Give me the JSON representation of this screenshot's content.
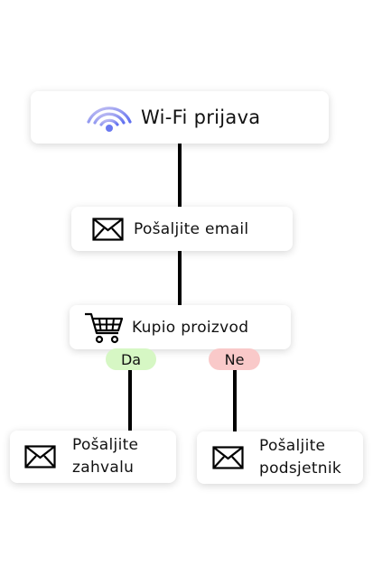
{
  "flow": {
    "trigger": {
      "label": "Wi-Fi prijava",
      "icon": "wifi-icon"
    },
    "step_email": {
      "label": "Pošaljite email",
      "icon": "envelope-icon"
    },
    "condition": {
      "label": "Kupio proizvod",
      "icon": "shopping-cart-icon"
    },
    "branch_yes": {
      "label": "Da",
      "color": "#d6f7c4",
      "action": {
        "line1": "Pošaljite",
        "line2": "zahvalu",
        "icon": "envelope-icon"
      }
    },
    "branch_no": {
      "label": "Ne",
      "color": "#f9c9c9",
      "action": {
        "line1": "Pošaljite",
        "line2": "podsjetnik",
        "icon": "envelope-icon"
      }
    }
  },
  "colors": {
    "wifi_gradient_start": "#b9b6f0",
    "wifi_gradient_end": "#6a79f0",
    "connector": "#000000"
  }
}
